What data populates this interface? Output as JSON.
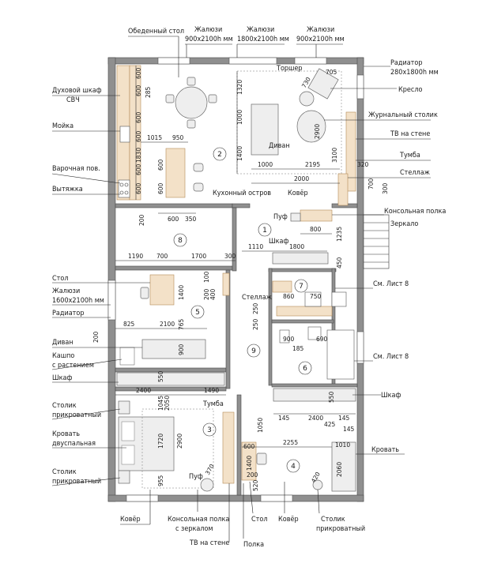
{
  "colors": {
    "wall": "#8f8f8f",
    "wood": "#f3e1c8",
    "furniture": "#eeeeee",
    "line": "#222222"
  },
  "rooms": {
    "r1": "1",
    "r2": "2",
    "r3": "3",
    "r4": "4",
    "r5": "5",
    "r6": "6",
    "r7": "7",
    "r8": "8",
    "r9": "9"
  },
  "labels_left": {
    "oven": "Духовой шкаф",
    "oven2": "СВЧ",
    "sink": "Мойка",
    "hob": "Варочная пов.",
    "hood": "Вытяжка",
    "table": "Стол",
    "blinds": "Жалюзи",
    "blinds2": "1600x2100h мм",
    "radiator": "Радиатор",
    "sofa": "Диван",
    "planter": "Кашпо",
    "planter2": "с растением",
    "wardrobe": "Шкаф",
    "night1": "Столик",
    "night1b": "прикроватный",
    "bed": "Кровать",
    "bed2": "двуспальная",
    "night2": "Столик",
    "night2b": "прикроватный"
  },
  "labels_top": {
    "dining": "Обеденный стол",
    "blinds_a": "Жалюзи",
    "blinds_a2": "900x2100h мм",
    "blinds_b": "Жалюзи",
    "blinds_b2": "1800x2100h мм",
    "blinds_c": "Жалюзи",
    "blinds_c2": "900x2100h мм"
  },
  "labels_right": {
    "radiator": "Радиатор",
    "radiator2": "280x1800h мм",
    "armchair": "Кресло",
    "coffee": "Журнальный столик",
    "tv": "ТВ на стене",
    "stand": "Тумба",
    "rack": "Стеллаж",
    "console": "Консольная полка",
    "mirror": "Зеркало",
    "sheet8a": "См. Лист 8",
    "sheet8b": "См. Лист 8",
    "wardrobe": "Шкаф",
    "bed": "Кровать"
  },
  "labels_bottom": {
    "rug1": "Ковёр",
    "console": "Консольная полка",
    "console2": "с зеркалом",
    "tv": "ТВ на стене",
    "table": "Стол",
    "rug2": "Ковёр",
    "shelf": "Полка",
    "night": "Столик",
    "night2": "прикроватный"
  },
  "labels_inner": {
    "floorlamp": "Торшер",
    "sofa": "Диван",
    "island": "Кухонный остров",
    "rug": "Ковёр",
    "pouf1": "Пуф",
    "wardrobe": "Шкаф",
    "rack": "Стеллаж",
    "stand": "Тумба",
    "pouf2": "Пуф"
  },
  "dims": {
    "d600a": "600",
    "d600b": "600",
    "d600c": "600",
    "d600d": "600",
    "d600e": "600",
    "d600f": "600",
    "d285": "285",
    "d1015": "1015",
    "d950": "950",
    "d1830": "1830",
    "d600g": "600",
    "d600h": "600",
    "d350": "350",
    "d200a": "200",
    "d1320": "1320",
    "d1000a": "1000",
    "d1400": "1400",
    "d1000b": "1000",
    "d2195": "2195",
    "d2000": "2000",
    "d2900a": "2900",
    "d3100": "3100",
    "d320": "320",
    "d700": "700",
    "d300a": "300",
    "d730": "730",
    "d705": "705",
    "d800": "800",
    "d1235": "1235",
    "d450": "450",
    "d1190": "1190",
    "d700b": "700",
    "d1700": "1700",
    "d300b": "300",
    "d1110": "1110",
    "d1800": "1800",
    "d1400b": "1400",
    "d100": "100",
    "d200b": "200",
    "d400": "400",
    "d825": "825",
    "d2100": "2100",
    "d765": "765",
    "d900a": "900",
    "d250a": "250",
    "d250b": "250",
    "d860": "860",
    "d750": "750",
    "d900b": "900",
    "d185": "185",
    "d690": "690",
    "d550a": "550",
    "d2400a": "2400",
    "d1045": "1045",
    "d2050": "2050",
    "d1490": "1490",
    "d1720": "1720",
    "d2900b": "2900",
    "d370": "370",
    "d955": "955",
    "d200c": "200",
    "d550b": "550",
    "d145a": "145",
    "d2400b": "2400",
    "d145b": "145",
    "d425": "425",
    "d145c": "145",
    "d1050": "1050",
    "d600i": "600",
    "d2255": "2255",
    "d1010": "1010",
    "d2060": "2060",
    "d520": "520",
    "d420": "420",
    "d1400c": "1400",
    "d200d": "200"
  }
}
